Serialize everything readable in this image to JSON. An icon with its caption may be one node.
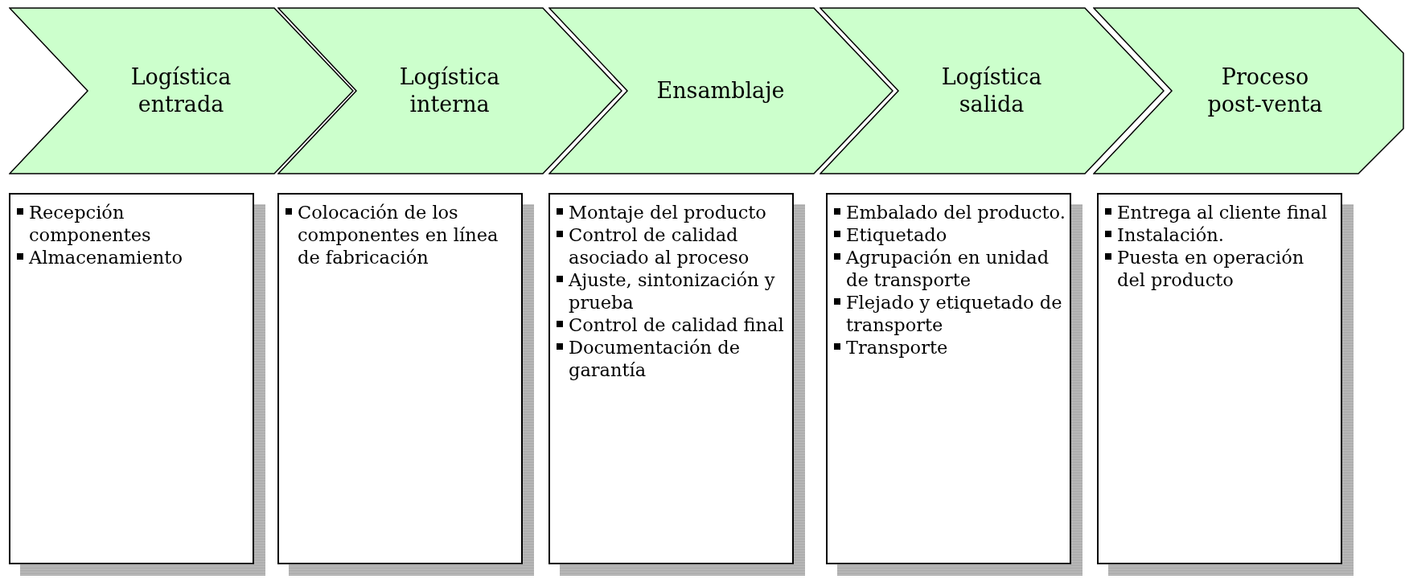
{
  "diagram": {
    "nodes": [
      {
        "text": [
          "Logística entrada"
        ]
      },
      {
        "text": [
          "Logística interna"
        ]
      },
      {
        "text": [
          "Ensamblaje"
        ]
      },
      {
        "text": [
          "Logística salida"
        ]
      },
      {
        "text": [
          "Proceso post-venta"
        ]
      },
      {
        "text": [
          "Recepción componentes",
          "Almacenamiento"
        ]
      },
      {
        "text": [
          "Colocación de los componentes en línea de fabricación"
        ]
      },
      {
        "text": [
          "Montaje del producto",
          "Control de calidad asociado al proceso",
          "Ajuste, sintonización y prueba",
          "Control de calidad final",
          "Documentación de garantía"
        ]
      },
      {
        "text": [
          "Embalado del producto.",
          "Etiquetado",
          "Agrupación en unidad de transporte",
          "Flejado y etiquetado de transporte",
          "Transporte"
        ]
      },
      {
        "text": [
          "Entrega al cliente final",
          "Instalación.",
          "Puesta en operación del producto"
        ]
      }
    ]
  }
}
